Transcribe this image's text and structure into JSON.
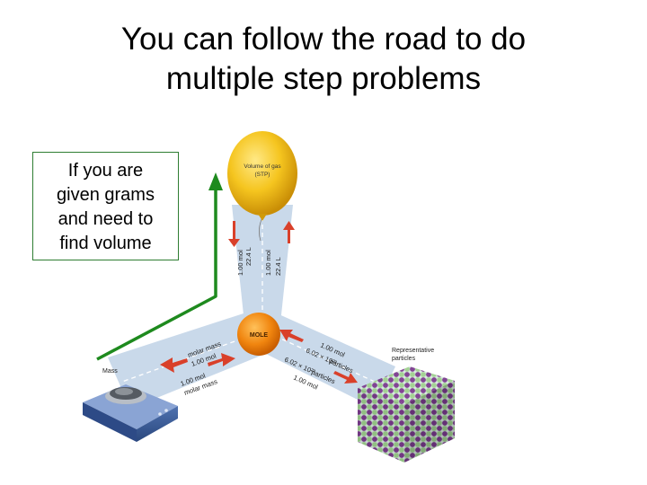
{
  "title": {
    "line1": "You can follow the road to do",
    "line2": "multiple step problems"
  },
  "callout": {
    "line1": "If you are",
    "line2": "given grams",
    "line3": "and need to",
    "line4": "find volume"
  },
  "diagram": {
    "center": "MOLE",
    "balloon": {
      "line1": "Volume of gas",
      "line2": "(STP)"
    },
    "mass_label": "Mass",
    "particles_label": {
      "line1": "Representative",
      "line2": "particles"
    },
    "road_up": {
      "left_top": "1.00 mol",
      "left_bottom": "22.4 L",
      "right_top": "22.4 L",
      "right_bottom": "1.00 mol"
    },
    "road_left": {
      "upper_top": "molar mass",
      "upper_bottom": "1.00 mol",
      "lower_top": "1.00 mol",
      "lower_bottom": "molar mass"
    },
    "road_right": {
      "upper_top": "1.00 mol",
      "upper_mid": "6.02 × 10²³",
      "upper_bottom": "particles",
      "lower_top": "6.02 × 10²³",
      "lower_mid": "particles",
      "lower_bottom": "1.00 mol"
    },
    "colors": {
      "road": "#c9d9ea",
      "balloon": "#f4c21c",
      "mole": "#f08a14",
      "path": "#1e8a1e",
      "arrow": "#d9402a"
    }
  }
}
